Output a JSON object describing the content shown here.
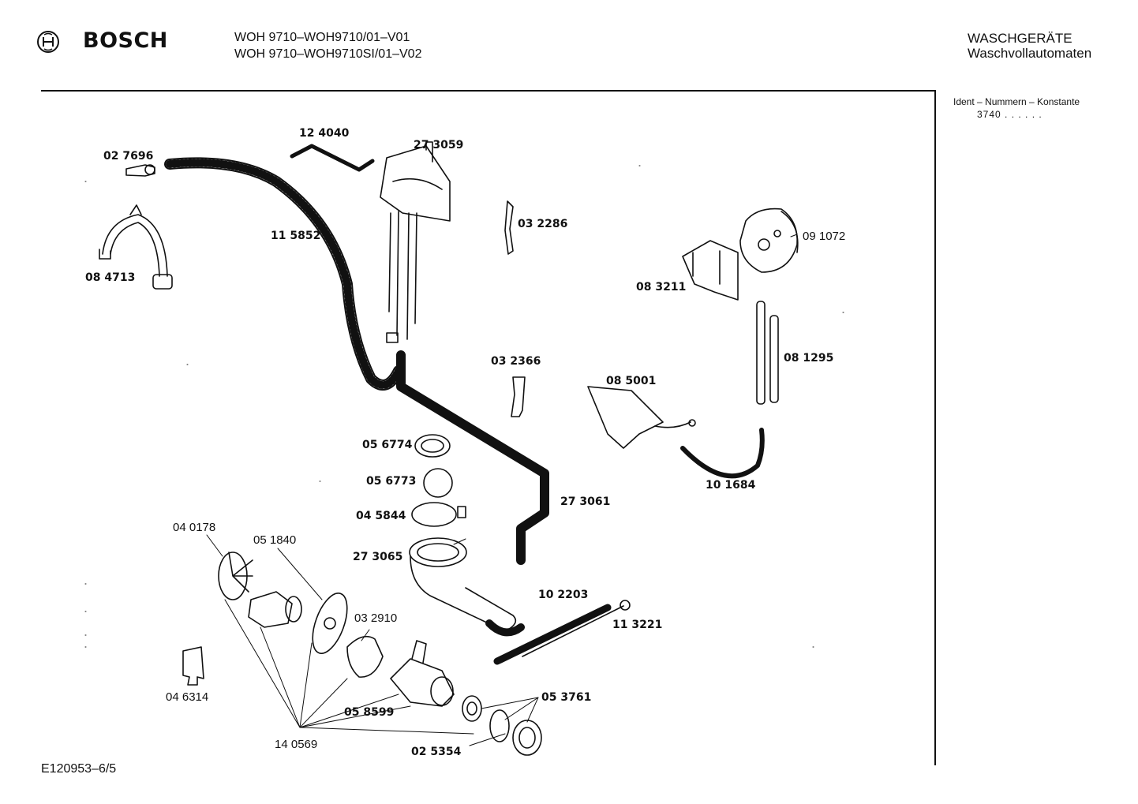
{
  "header": {
    "brand": "BOSCH",
    "model_line_1": "WOH 9710–WOH9710/01–V01",
    "model_line_2": "WOH 9710–WOH9710SI/01–V02",
    "category": "WASCHGERÄTE",
    "subcategory": "Waschvollautomaten"
  },
  "sidebar": {
    "ident_label": "Ident – Nummern – Konstante",
    "ident_value": "3740 . . . . . ."
  },
  "footer": {
    "doc_code": "E120953–6/5"
  },
  "parts": [
    {
      "id": "p027696",
      "number": "02 7696"
    },
    {
      "id": "p124040",
      "number": "12 4040"
    },
    {
      "id": "p273059",
      "number": "27 3059"
    },
    {
      "id": "p032286",
      "number": "03 2286"
    },
    {
      "id": "p091072",
      "number": "09 1072"
    },
    {
      "id": "p084713",
      "number": "08 4713"
    },
    {
      "id": "p115852",
      "number": "11 5852"
    },
    {
      "id": "p083211",
      "number": "08 3211"
    },
    {
      "id": "p081295",
      "number": "08 1295"
    },
    {
      "id": "p032366",
      "number": "03 2366"
    },
    {
      "id": "p085001",
      "number": "08 5001"
    },
    {
      "id": "p056774",
      "number": "05 6774"
    },
    {
      "id": "p101684",
      "number": "10 1684"
    },
    {
      "id": "p056773",
      "number": "05 6773"
    },
    {
      "id": "p273061",
      "number": "27 3061"
    },
    {
      "id": "p045844",
      "number": "04 5844"
    },
    {
      "id": "p040178",
      "number": "04 0178"
    },
    {
      "id": "p051840",
      "number": "05 1840"
    },
    {
      "id": "p273065",
      "number": "27 3065"
    },
    {
      "id": "p102203",
      "number": "10 2203"
    },
    {
      "id": "p032910",
      "number": "03 2910"
    },
    {
      "id": "p113221",
      "number": "11 3221"
    },
    {
      "id": "p046314",
      "number": "04 6314"
    },
    {
      "id": "p053761",
      "number": "05 3761"
    },
    {
      "id": "p058599",
      "number": "05 8599"
    },
    {
      "id": "p140569",
      "number": "14 0569"
    },
    {
      "id": "p025354",
      "number": "02 5354"
    }
  ]
}
